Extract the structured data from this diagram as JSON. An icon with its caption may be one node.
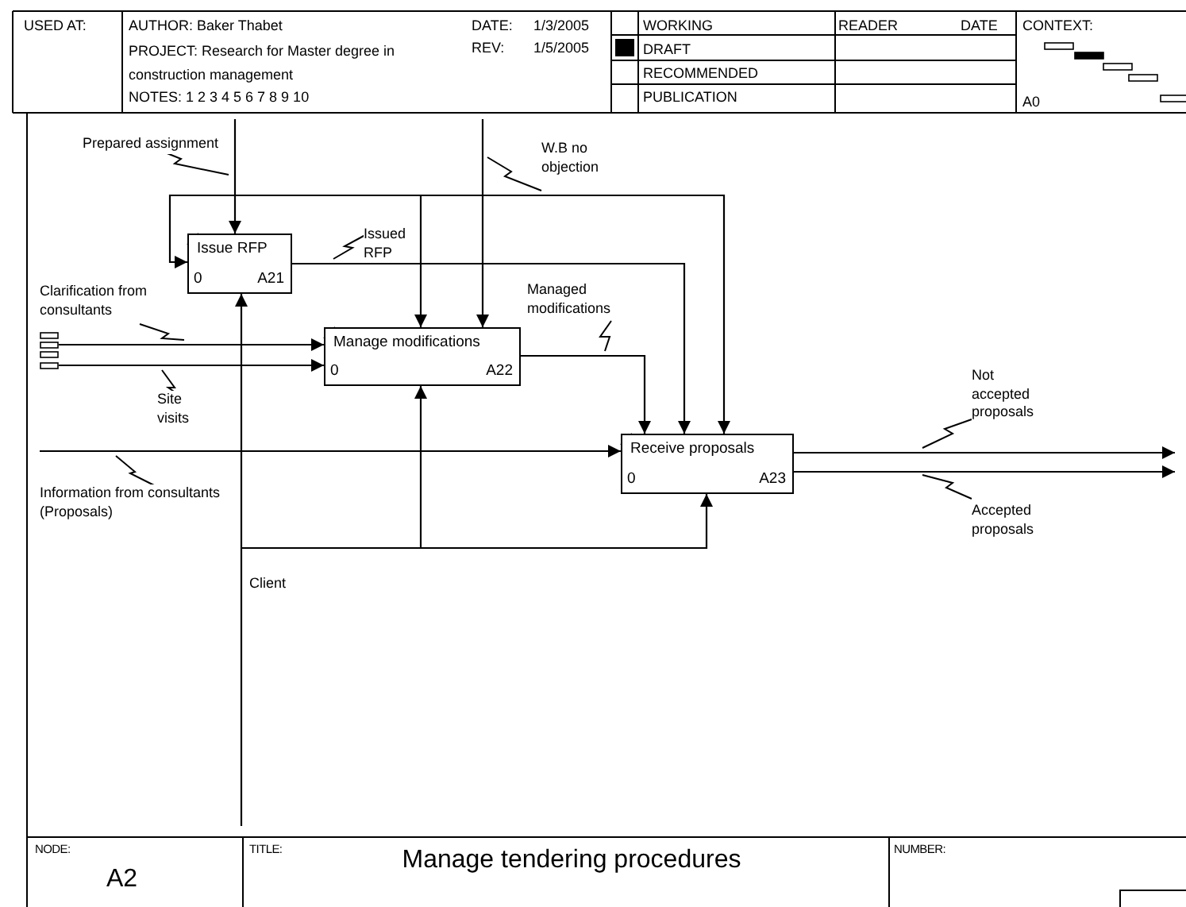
{
  "diagram": {
    "title": "Manage tendering procedures",
    "nodes": [
      {
        "text": [
          "Issue RFP",
          "0",
          "A21"
        ]
      },
      {
        "text": [
          "Manage modifications",
          "0",
          "A22"
        ]
      },
      {
        "text": [
          "Receive proposals",
          "0",
          "A23"
        ]
      },
      {
        "text": [],
        "shape": "bar"
      }
    ],
    "edges": [
      {
        "from": null,
        "to": 0,
        "arrow": "to",
        "label": "Prepared assignment"
      },
      {
        "from": null,
        "to": 0,
        "arrow": "to"
      },
      {
        "from": null,
        "to": 1,
        "arrow": "to"
      },
      {
        "from": null,
        "to": 2,
        "arrow": "to"
      },
      {
        "from": null,
        "to": 1,
        "arrow": "to",
        "label": "W.B no objection"
      },
      {
        "from": 0,
        "to": 2,
        "arrow": "to",
        "label": "Issued RFP"
      },
      {
        "from": 3,
        "to": 1,
        "arrow": "to",
        "label": "Clarification from consultants"
      },
      {
        "from": 3,
        "to": 1,
        "arrow": "to",
        "label": "Site visits"
      },
      {
        "from": 1,
        "to": 2,
        "arrow": "to",
        "label": "Managed modifications"
      },
      {
        "from": null,
        "to": 2,
        "arrow": "to",
        "label": "Information from consultants (Proposals)"
      },
      {
        "from": null,
        "to": 0,
        "arrow": "to",
        "label": "Client"
      },
      {
        "from": null,
        "to": 1,
        "arrow": "to"
      },
      {
        "from": null,
        "to": 2,
        "arrow": "to"
      },
      {
        "from": 2,
        "to": null,
        "arrow": "to",
        "label": "Not accepted proposals"
      },
      {
        "from": 2,
        "to": null,
        "arrow": "to",
        "label": "Accepted proposals"
      }
    ],
    "labels": [
      "USED AT:",
      "AUTHOR:  Baker Thabet",
      "DATE:",
      "1/3/2005",
      "WORKING",
      "READER",
      "DATE",
      "CONTEXT:",
      "PROJECT:  Research for Master degree in construction management",
      "REV:",
      "1/5/2005",
      "DRAFT",
      "RECOMMENDED",
      "NOTES:  1 2 3 4 5 6 7 8 9 10",
      "PUBLICATION",
      "A0",
      "NODE:",
      "TITLE:",
      "NUMBER:",
      "A2"
    ]
  }
}
